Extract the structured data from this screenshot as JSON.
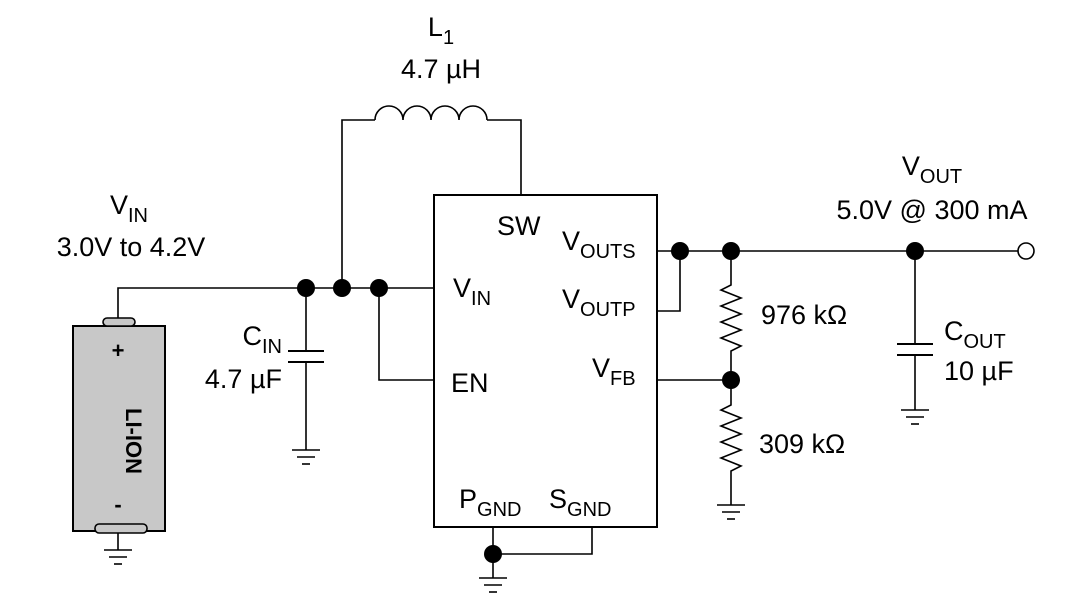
{
  "inductor": {
    "ref_main": "L",
    "ref_sub": "1",
    "value": "4.7 µH"
  },
  "vin": {
    "name_main": "V",
    "name_sub": "IN",
    "range": "3.0V to 4.2V"
  },
  "vout": {
    "name_main": "V",
    "name_sub": "OUT",
    "spec": "5.0V @ 300 mA"
  },
  "cin": {
    "ref_main": "C",
    "ref_sub": "IN",
    "value": "4.7 µF"
  },
  "cout": {
    "ref_main": "C",
    "ref_sub": "OUT",
    "value": "10 µF"
  },
  "r_top": {
    "value": "976 kΩ"
  },
  "r_bottom": {
    "value": "309 kΩ"
  },
  "battery": {
    "label": "LI-ION",
    "plus": "+",
    "minus": "-"
  },
  "ic": {
    "sw": "SW",
    "vin_main": "V",
    "vin_sub": "IN",
    "en": "EN",
    "vouts_main": "V",
    "vouts_sub": "OUTS",
    "voutp_main": "V",
    "voutp_sub": "OUTP",
    "vfb_main": "V",
    "vfb_sub": "FB",
    "pgnd_main": "P",
    "pgnd_sub": "GND",
    "sgnd_main": "S",
    "sgnd_sub": "GND"
  }
}
